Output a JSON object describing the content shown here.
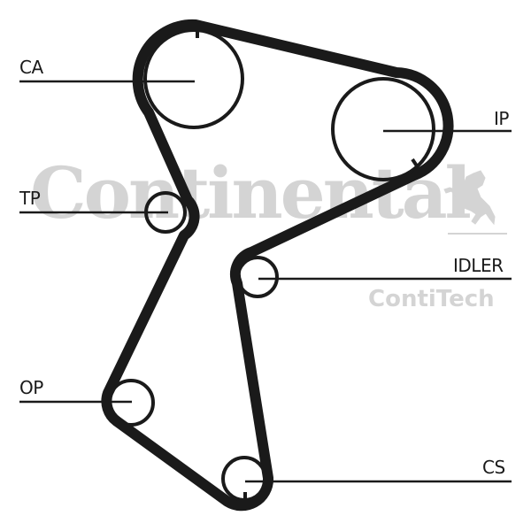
{
  "watermark": {
    "brand": "Continental",
    "sub_brand": "ContiTech",
    "logo_icon": "rearing-horse-icon",
    "color": "#d4d4d4"
  },
  "belt": {
    "color": "#1a1a1a"
  },
  "pulleys": [
    {
      "id": "CA",
      "label": "CA",
      "side": "left"
    },
    {
      "id": "IP",
      "label": "IP",
      "side": "right"
    },
    {
      "id": "TP",
      "label": "TP",
      "side": "left"
    },
    {
      "id": "IDLER",
      "label": "IDLER",
      "side": "right"
    },
    {
      "id": "OP",
      "label": "OP",
      "side": "left"
    },
    {
      "id": "CS",
      "label": "CS",
      "side": "right"
    }
  ]
}
